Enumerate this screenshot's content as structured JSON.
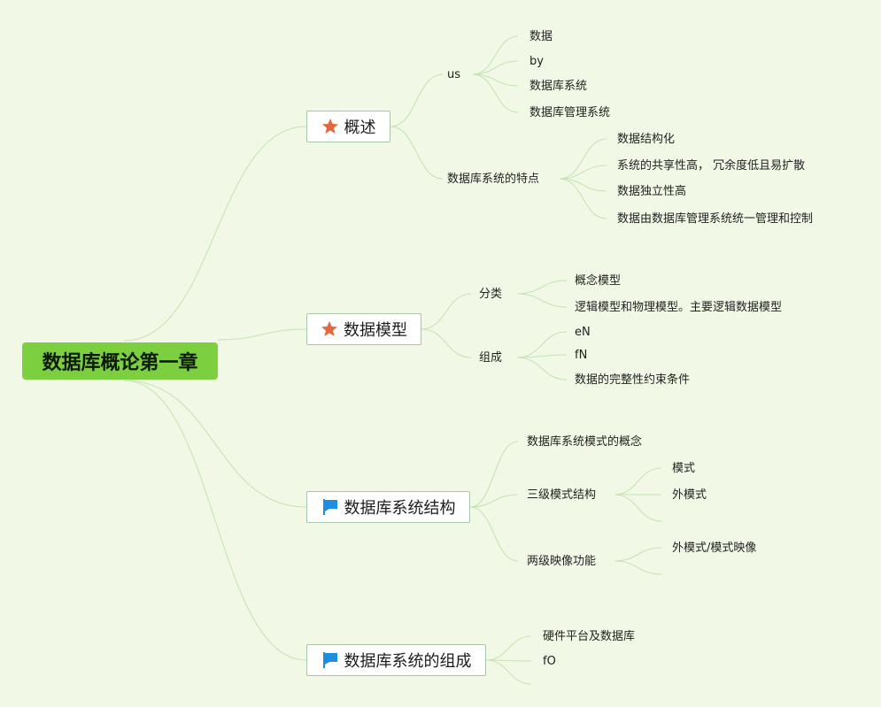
{
  "root": "数据库概论第一章",
  "icons": {
    "star": "star-icon",
    "flag": "flag-icon",
    "star_color": "#e4683f",
    "flag_color": "#1d8ee0"
  },
  "branches": [
    {
      "title": "概述",
      "icon": "star",
      "groups": [
        {
          "label": "us",
          "items": [
            "数据",
            "by",
            "数据库系统",
            "数据库管理系统"
          ]
        },
        {
          "label": "数据库系统的特点",
          "items": [
            "数据结构化",
            "系统的共享性高， 冗余度低且易扩散",
            "数据独立性高",
            "数据由数据库管理系统统一管理和控制"
          ]
        }
      ]
    },
    {
      "title": "数据模型",
      "icon": "star",
      "groups": [
        {
          "label": "分类",
          "items": [
            "概念模型",
            "逻辑模型和物理模型。主要逻辑数据模型"
          ]
        },
        {
          "label": "组成",
          "items": [
            "eN",
            "fN",
            "数据的完整性约束条件"
          ]
        }
      ]
    },
    {
      "title": "数据库系统结构",
      "icon": "flag",
      "groups": [
        {
          "label": "数据库系统模式的概念",
          "items": []
        },
        {
          "label": "三级模式结构",
          "items": [
            "模式",
            "外模式",
            ""
          ]
        },
        {
          "label": "两级映像功能",
          "items": [
            "外模式/模式映像",
            ""
          ]
        }
      ]
    },
    {
      "title": "数据库系统的组成",
      "icon": "flag",
      "groups": [
        {
          "label": "硬件平台及数据库",
          "items": []
        },
        {
          "label": "fO",
          "items": []
        },
        {
          "label": "",
          "items": []
        }
      ]
    }
  ]
}
